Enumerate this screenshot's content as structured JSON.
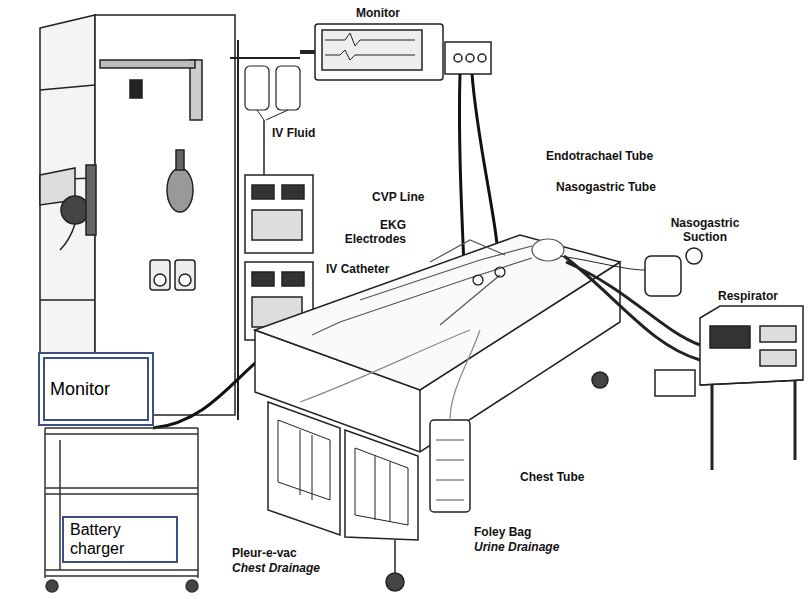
{
  "diagram": {
    "nodes": [
      {
        "text": [
          "Monitor"
        ]
      },
      {
        "text": [
          "Battery charger"
        ]
      }
    ],
    "labels": [
      "Monitor",
      "IV Fluid",
      "CVP Line",
      "EKG Electrodes",
      "IV Catheter",
      "Endotrachael Tube",
      "Nasogastric Tube",
      "Nasogastric Suction",
      "Respirator",
      "Chest Tube",
      "Pleur-e-vac",
      "Chest Drainage",
      "Foley Bag",
      "Urine Drainage"
    ]
  }
}
